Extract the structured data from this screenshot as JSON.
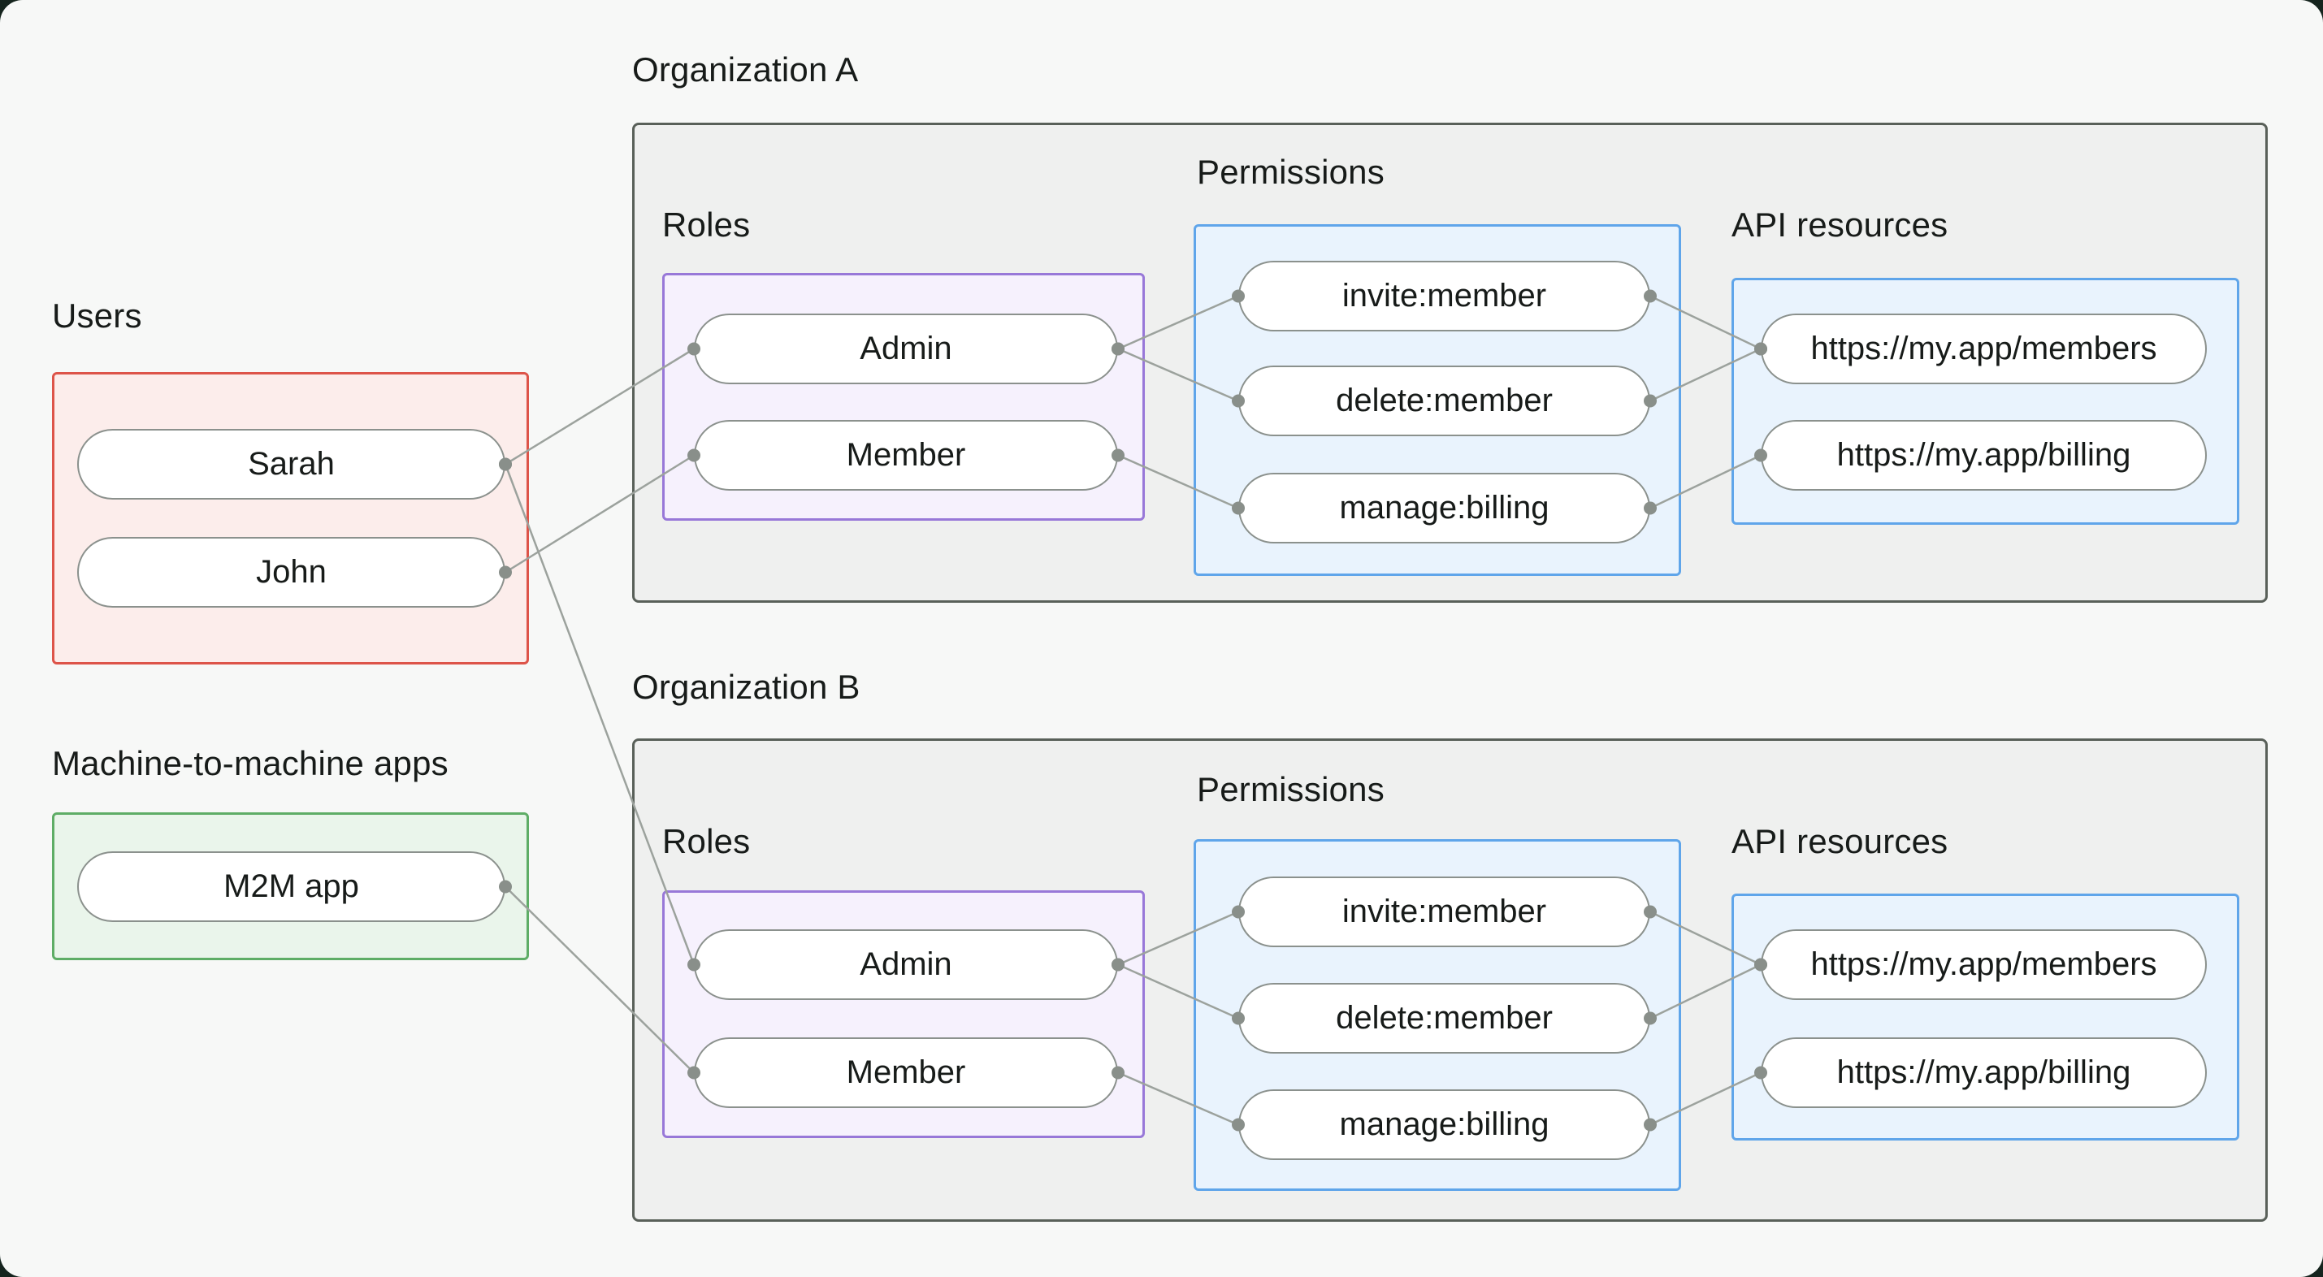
{
  "canvas": {
    "bg": "#F7F8F7",
    "frame_bg": "#15241E"
  },
  "colors": {
    "users_border": "#DD5449",
    "users_fill": "#FCEDEB",
    "m2m_border": "#5EAD66",
    "m2m_fill": "#EAF5EB",
    "roles_border": "#9878D8",
    "roles_fill": "#F6F1FD",
    "blue_border": "#5FA5EA",
    "blue_fill": "#E9F3FD",
    "org_border": "#596059",
    "org_fill": "#EFF0EF",
    "edge_line": "#9CA29D",
    "edge_dot": "#898F8A",
    "text": "#171B19"
  },
  "users": {
    "label": "Users",
    "items": [
      {
        "id": "user-sarah",
        "label": "Sarah"
      },
      {
        "id": "user-john",
        "label": "John"
      }
    ]
  },
  "m2m": {
    "label": "Machine-to-machine apps",
    "items": [
      {
        "id": "app-m2m",
        "label": "M2M app"
      }
    ]
  },
  "org_a": {
    "label": "Organization A",
    "roles_label": "Roles",
    "permissions_label": "Permissions",
    "resources_label": "API resources",
    "roles": [
      {
        "id": "orga-role-admin",
        "label": "Admin"
      },
      {
        "id": "orga-role-member",
        "label": "Member"
      }
    ],
    "permissions": [
      {
        "id": "orga-perm-invite",
        "label": "invite:member"
      },
      {
        "id": "orga-perm-delete",
        "label": "delete:member"
      },
      {
        "id": "orga-perm-billing",
        "label": "manage:billing"
      }
    ],
    "resources": [
      {
        "id": "orga-res-members",
        "label": "https://my.app/members"
      },
      {
        "id": "orga-res-billing",
        "label": "https://my.app/billing"
      }
    ]
  },
  "org_b": {
    "label": "Organization B",
    "roles_label": "Roles",
    "permissions_label": "Permissions",
    "resources_label": "API resources",
    "roles": [
      {
        "id": "orgb-role-admin",
        "label": "Admin"
      },
      {
        "id": "orgb-role-member",
        "label": "Member"
      }
    ],
    "permissions": [
      {
        "id": "orgb-perm-invite",
        "label": "invite:member"
      },
      {
        "id": "orgb-perm-delete",
        "label": "delete:member"
      },
      {
        "id": "orgb-perm-billing",
        "label": "manage:billing"
      }
    ],
    "resources": [
      {
        "id": "orgb-res-members",
        "label": "https://my.app/members"
      },
      {
        "id": "orgb-res-billing",
        "label": "https://my.app/billing"
      }
    ]
  },
  "edges": [
    {
      "from": "user-sarah",
      "to": "orga-role-admin"
    },
    {
      "from": "user-john",
      "to": "orga-role-member"
    },
    {
      "from": "user-sarah",
      "to": "orgb-role-admin"
    },
    {
      "from": "app-m2m",
      "to": "orgb-role-member"
    },
    {
      "from": "orga-role-admin",
      "to": "orga-perm-invite"
    },
    {
      "from": "orga-role-admin",
      "to": "orga-perm-delete"
    },
    {
      "from": "orga-role-member",
      "to": "orga-perm-billing"
    },
    {
      "from": "orga-perm-invite",
      "to": "orga-res-members"
    },
    {
      "from": "orga-perm-delete",
      "to": "orga-res-members"
    },
    {
      "from": "orga-perm-billing",
      "to": "orga-res-billing"
    },
    {
      "from": "orgb-role-admin",
      "to": "orgb-perm-invite"
    },
    {
      "from": "orgb-role-admin",
      "to": "orgb-perm-delete"
    },
    {
      "from": "orgb-role-member",
      "to": "orgb-perm-billing"
    },
    {
      "from": "orgb-perm-invite",
      "to": "orgb-res-members"
    },
    {
      "from": "orgb-perm-delete",
      "to": "orgb-res-members"
    },
    {
      "from": "orgb-perm-billing",
      "to": "orgb-res-billing"
    }
  ]
}
